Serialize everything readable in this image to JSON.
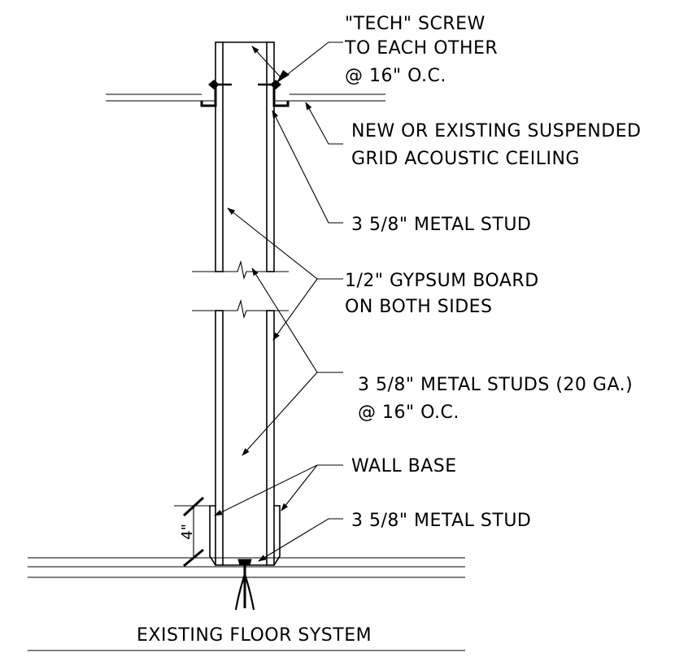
{
  "labels": {
    "tech_screw_1": "\"TECH\" SCREW",
    "tech_screw_2": "TO EACH OTHER",
    "tech_screw_3": "@ 16\" O.C.",
    "ceiling_1": "NEW OR EXISTING SUSPENDED",
    "ceiling_2": "GRID ACOUSTIC CEILING",
    "top_stud": "3 5/8\" METAL STUD",
    "gypsum_1": "1/2\" GYPSUM BOARD",
    "gypsum_2": "ON BOTH SIDES",
    "studs_1": "3 5/8\" METAL STUDS (20 GA.)",
    "studs_2": "@ 16\" O.C.",
    "wall_base": "WALL BASE",
    "bottom_stud": "3 5/8\" METAL STUD",
    "floor": "EXISTING FLOOR SYSTEM",
    "base_height": "4\""
  }
}
